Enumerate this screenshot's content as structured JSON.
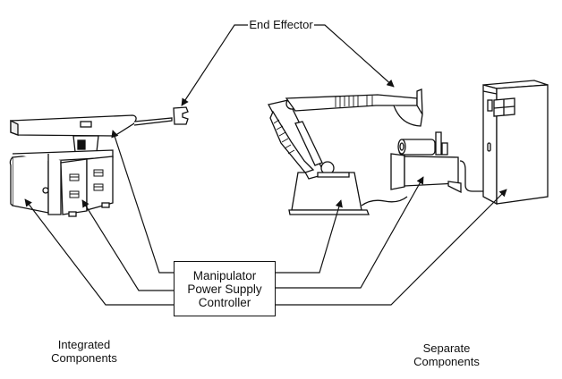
{
  "diagram": {
    "callout_top": "End Effector",
    "controller": {
      "lines": [
        "Manipulator",
        "Power Supply",
        "Controller"
      ]
    },
    "group_labels": {
      "integrated": [
        "Integrated",
        "Components"
      ],
      "separate": [
        "Separate",
        "Components"
      ]
    },
    "components": [
      {
        "id": "integrated-robot",
        "group": "integrated",
        "parts": [
          "manipulator arm",
          "power supply cabinet",
          "controller cabinet",
          "end effector gripper"
        ]
      },
      {
        "id": "separate-robot-arm",
        "group": "separate",
        "parts": [
          "manipulator",
          "end effector"
        ]
      },
      {
        "id": "hydraulic-power-unit",
        "group": "separate",
        "parts": [
          "power supply"
        ]
      },
      {
        "id": "controller-cabinet",
        "group": "separate",
        "parts": [
          "controller"
        ]
      }
    ],
    "line_color": "#111111",
    "background": "#ffffff"
  }
}
